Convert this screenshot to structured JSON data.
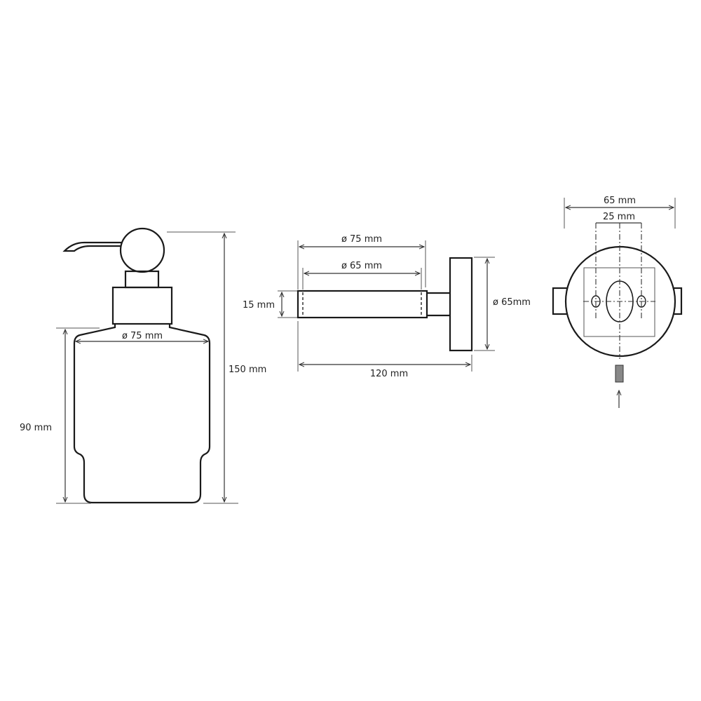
{
  "front_view": {
    "width_label": "ø 75 mm",
    "body_height_label": "90 mm",
    "total_height_label": "150 mm"
  },
  "side_view": {
    "outer_length_label": "ø 75 mm",
    "inner_length_label": "ø 65 mm",
    "thickness_label": "15 mm",
    "plate_diameter_label": "ø 65mm",
    "projection_label": "120 mm"
  },
  "back_view": {
    "plate_width_label": "65 mm",
    "hole_spacing_label": "25 mm"
  }
}
